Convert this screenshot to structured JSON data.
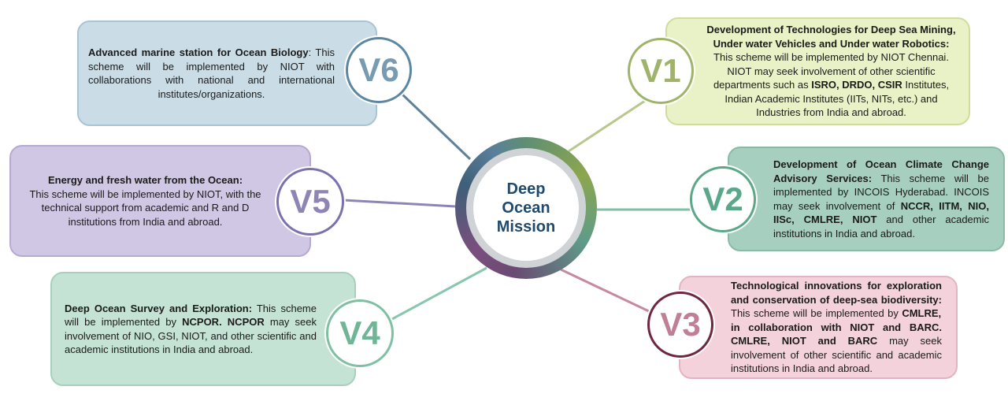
{
  "center": {
    "line1": "Deep",
    "line2": "Ocean",
    "line3": "Mission"
  },
  "colors": {
    "center_text": "#1f4a6b"
  },
  "verticals": {
    "v1": {
      "badge": "V1",
      "title": "Development of Technologies for Deep Sea Mining, Under water Vehicles and Under water Robotics:",
      "text1": "This scheme will be implemented by NIOT Chennai. NIOT may seek involvement of other scientific departments such as ",
      "bold1": "ISRO, DRDO, CSIR",
      "text2": " Institutes, Indian Academic Institutes (IITs, NITs, etc.) and Industries from India and abroad."
    },
    "v2": {
      "badge": "V2",
      "title": "Development of Ocean Climate Change Advisory Services:",
      "text1": " This scheme will be implemented by INCOIS Hyderabad. INCOIS may seek involvement of ",
      "bold1": "NCCR, IITM, NIO, IISc, CMLRE, NIOT",
      "text2": " and other academic institutions in India and abroad."
    },
    "v3": {
      "badge": "V3",
      "title": "Technological innovations for exploration and conservation of deep-sea biodiversity:",
      "text1": " This scheme will be implemented by ",
      "bold1": "CMLRE, in collaboration with NIOT and BARC. CMLRE, NIOT and BARC",
      "text2": " may seek involvement of other scientific and academic institutions in India and abroad."
    },
    "v4": {
      "badge": "V4",
      "title": "Deep Ocean Survey and Exploration:",
      "text1": " This scheme will be implemented by ",
      "bold1": "NCPOR. NCPOR",
      "text2": " may seek involvement of NIO, GSI, NIOT, and other scientific and academic institutions in India and abroad."
    },
    "v5": {
      "badge": "V5",
      "title": "Energy and fresh water from the Ocean:",
      "text1": "This scheme will be implemented by NIOT, with the technical support from academic and R and D institutions from India and abroad."
    },
    "v6": {
      "badge": "V6",
      "title": "Advanced marine station for Ocean Biology",
      "text1": ": This scheme will be implemented by NIOT with collaborations with national and international institutes/organizations."
    }
  }
}
